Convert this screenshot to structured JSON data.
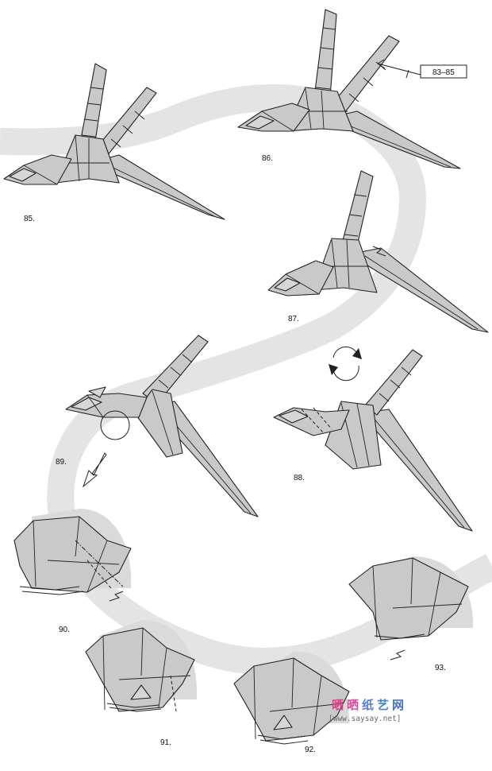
{
  "steps": [
    {
      "id": "85",
      "label": "85."
    },
    {
      "id": "86",
      "label": "86."
    },
    {
      "id": "87",
      "label": "87."
    },
    {
      "id": "88",
      "label": "88."
    },
    {
      "id": "89",
      "label": "89."
    },
    {
      "id": "90",
      "label": "90."
    },
    {
      "id": "91",
      "label": "91."
    },
    {
      "id": "92",
      "label": "92."
    },
    {
      "id": "93",
      "label": "93."
    }
  ],
  "reference_box": {
    "text": "83–85"
  },
  "watermark": {
    "chars": [
      {
        "text": "晒",
        "color": "#e0408a"
      },
      {
        "text": "晒",
        "color": "#d94a9a"
      },
      {
        "text": "纸",
        "color": "#5b7fd6"
      },
      {
        "text": "艺",
        "color": "#3f86c8"
      },
      {
        "text": "网",
        "color": "#4a6fbf"
      }
    ],
    "url": "[www.saysay.net]"
  },
  "colors": {
    "background_path": "#e4e4e4",
    "paper": "#c9c9c9",
    "paper_light": "#d6d6d6",
    "line": "#222222"
  }
}
